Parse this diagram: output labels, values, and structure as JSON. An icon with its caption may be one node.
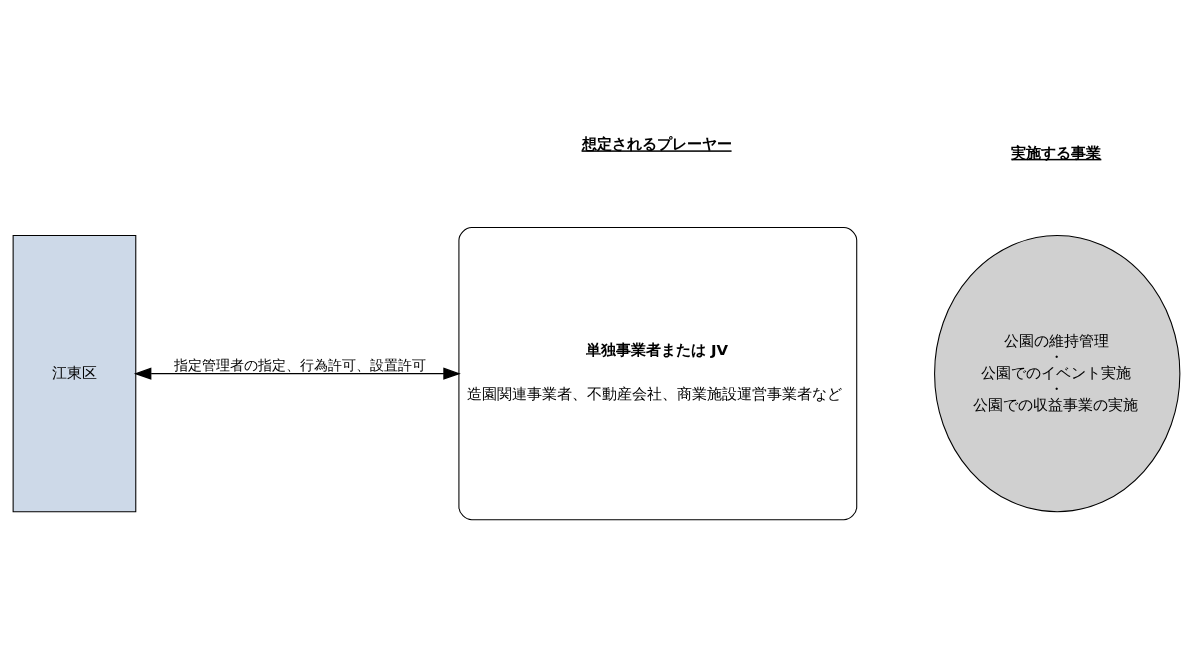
{
  "diagram": {
    "nodes": [
      {
        "text": [
          "江東区"
        ]
      },
      {
        "text": [
          "単独事業者または JV",
          "造園関連事業者、不動産会社、商業施設運営事業者など"
        ]
      },
      {
        "text": [
          "公園の維持管理",
          "・",
          "公園でのイベント実施",
          "・",
          "公園での収益事業の実施"
        ]
      }
    ],
    "edges": [
      {
        "from": 0,
        "to": 1,
        "arrow": "both",
        "label": "指定管理者の指定、行為許可、設置許可"
      }
    ],
    "labels": [
      "想定されるプレーヤー",
      "実施する事業"
    ]
  }
}
